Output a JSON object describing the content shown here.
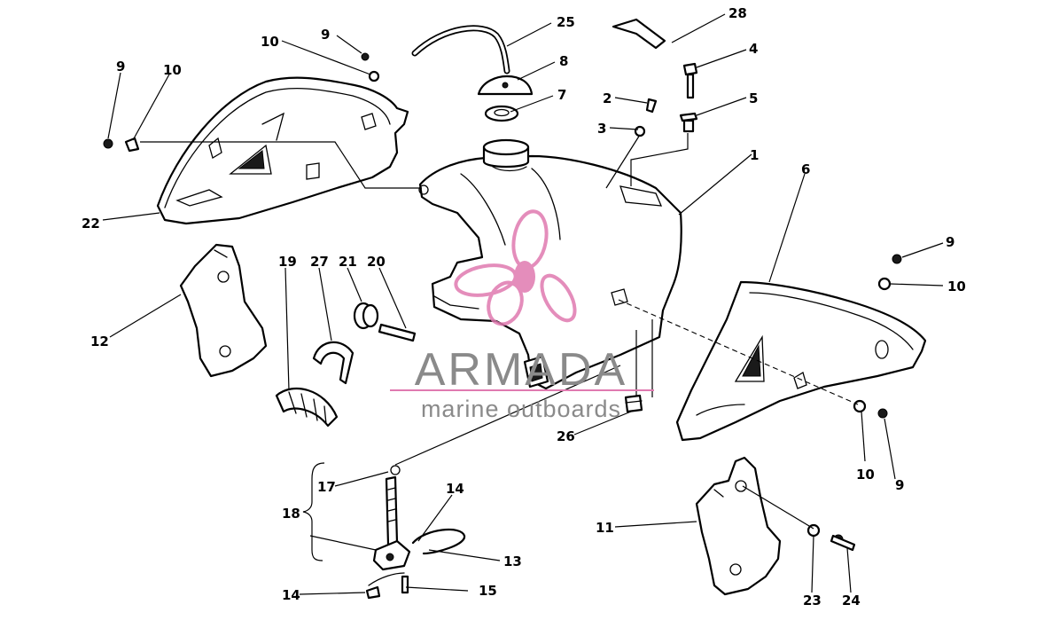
{
  "watermark": {
    "brand": "ARMADA",
    "tagline": "marine outboards",
    "logo_color": "#e07ab0",
    "text_color": "#8a8a8a"
  },
  "bracket_label": "18",
  "callouts": [
    {
      "id": "c25",
      "label": "25"
    },
    {
      "id": "c28",
      "label": "28"
    },
    {
      "id": "c9a",
      "label": "9"
    },
    {
      "id": "c10a",
      "label": "10"
    },
    {
      "id": "c9b",
      "label": "9"
    },
    {
      "id": "c10b",
      "label": "10"
    },
    {
      "id": "c8",
      "label": "8"
    },
    {
      "id": "c4",
      "label": "4"
    },
    {
      "id": "c7",
      "label": "7"
    },
    {
      "id": "c2",
      "label": "2"
    },
    {
      "id": "c5",
      "label": "5"
    },
    {
      "id": "c3",
      "label": "3"
    },
    {
      "id": "c1",
      "label": "1"
    },
    {
      "id": "c6",
      "label": "6"
    },
    {
      "id": "c22",
      "label": "22"
    },
    {
      "id": "c19",
      "label": "19"
    },
    {
      "id": "c27",
      "label": "27"
    },
    {
      "id": "c21",
      "label": "21"
    },
    {
      "id": "c20",
      "label": "20"
    },
    {
      "id": "c9c",
      "label": "9"
    },
    {
      "id": "c10c",
      "label": "10"
    },
    {
      "id": "c12",
      "label": "12"
    },
    {
      "id": "c26",
      "label": "26"
    },
    {
      "id": "c10d",
      "label": "10"
    },
    {
      "id": "c9d",
      "label": "9"
    },
    {
      "id": "c17",
      "label": "17"
    },
    {
      "id": "c14a",
      "label": "14"
    },
    {
      "id": "c11",
      "label": "11"
    },
    {
      "id": "c13",
      "label": "13"
    },
    {
      "id": "c23",
      "label": "23"
    },
    {
      "id": "c24",
      "label": "24"
    },
    {
      "id": "c14b",
      "label": "14"
    },
    {
      "id": "c15",
      "label": "15"
    }
  ]
}
